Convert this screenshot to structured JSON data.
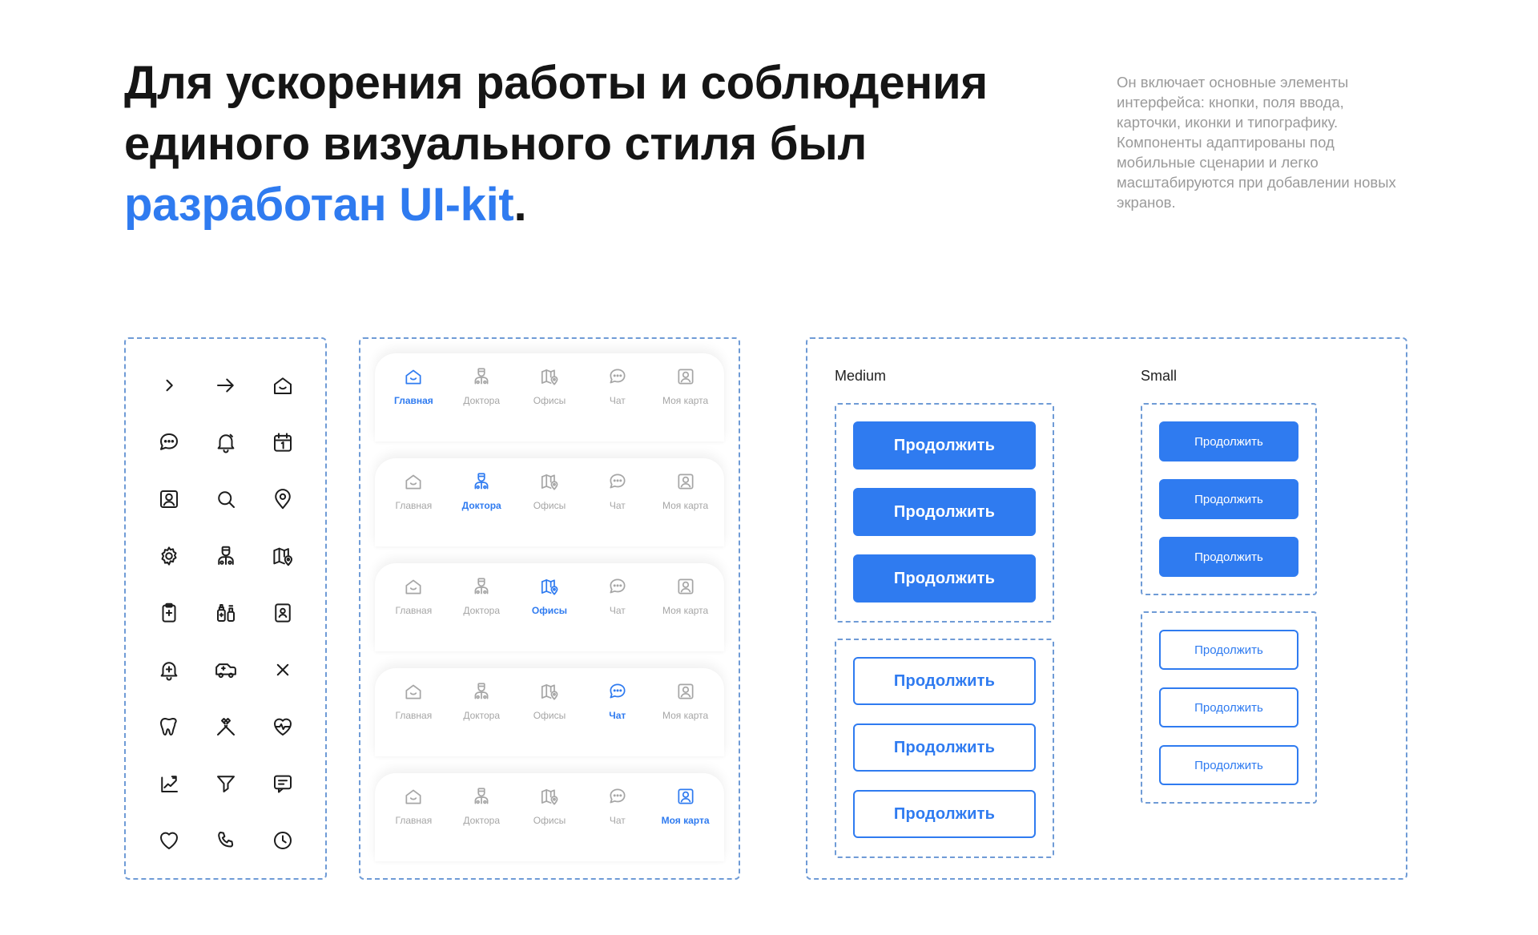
{
  "header": {
    "headline_line1": "Для ускорения работы и соблюдения",
    "headline_line2": "единого визуального стиля был",
    "headline_accent": "разработан UI-kit",
    "headline_period": ".",
    "description": "Он включает основные элементы интерфейса: кнопки, поля ввода, карточки, иконки и типографику. Компоненты адаптированы под мобильные сценарии и легко масштабируются при добавлении новых экранов."
  },
  "colors": {
    "accent": "#2F7BF0",
    "dashed_border": "#6f9bd6",
    "muted_text": "#9a9a9a",
    "inactive_tab": "#a6a6a6"
  },
  "icons": [
    "chevron-right",
    "arrow-right",
    "home",
    "chat",
    "bell",
    "calendar",
    "profile-card",
    "search",
    "location-pin",
    "gear",
    "doctor",
    "map-pin",
    "clipboard",
    "bottles",
    "id-document",
    "bell-alert",
    "ambulance",
    "close",
    "tooth",
    "tools",
    "heart-pulse",
    "medical-chart",
    "filter",
    "message",
    "heart",
    "phone",
    "clock"
  ],
  "tabbar": {
    "tabs": [
      {
        "label": "Главная",
        "icon": "home"
      },
      {
        "label": "Доктора",
        "icon": "doctor"
      },
      {
        "label": "Офисы",
        "icon": "map-pin"
      },
      {
        "label": "Чат",
        "icon": "chat"
      },
      {
        "label": "Моя карта",
        "icon": "profile-card"
      }
    ],
    "variants_active_index": [
      0,
      1,
      2,
      3,
      4
    ]
  },
  "buttons": {
    "medium_label": "Medium",
    "small_label": "Small",
    "button_text": "Продолжить"
  }
}
